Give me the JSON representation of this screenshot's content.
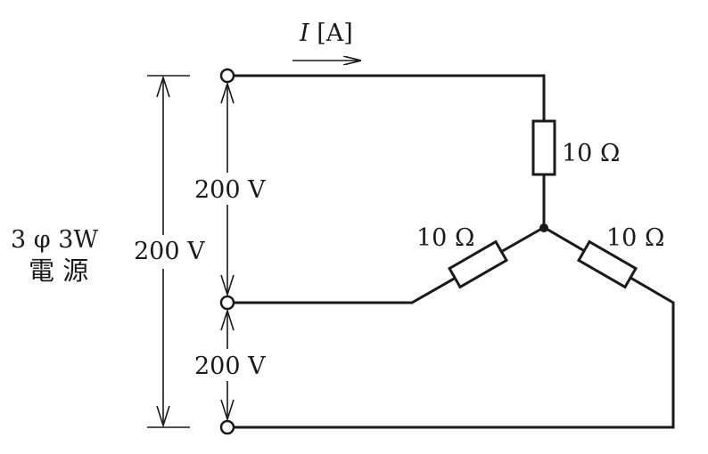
{
  "current": {
    "symbol": "I",
    "unit": "[A]"
  },
  "voltage_line_1": "200 V",
  "voltage_line_2": "200 V",
  "voltage_line_3": "200 V",
  "source": {
    "phase": "3 φ 3W",
    "name": "電 源"
  },
  "resistor_top": "10 Ω",
  "resistor_left": "10 Ω",
  "resistor_right": "10 Ω"
}
